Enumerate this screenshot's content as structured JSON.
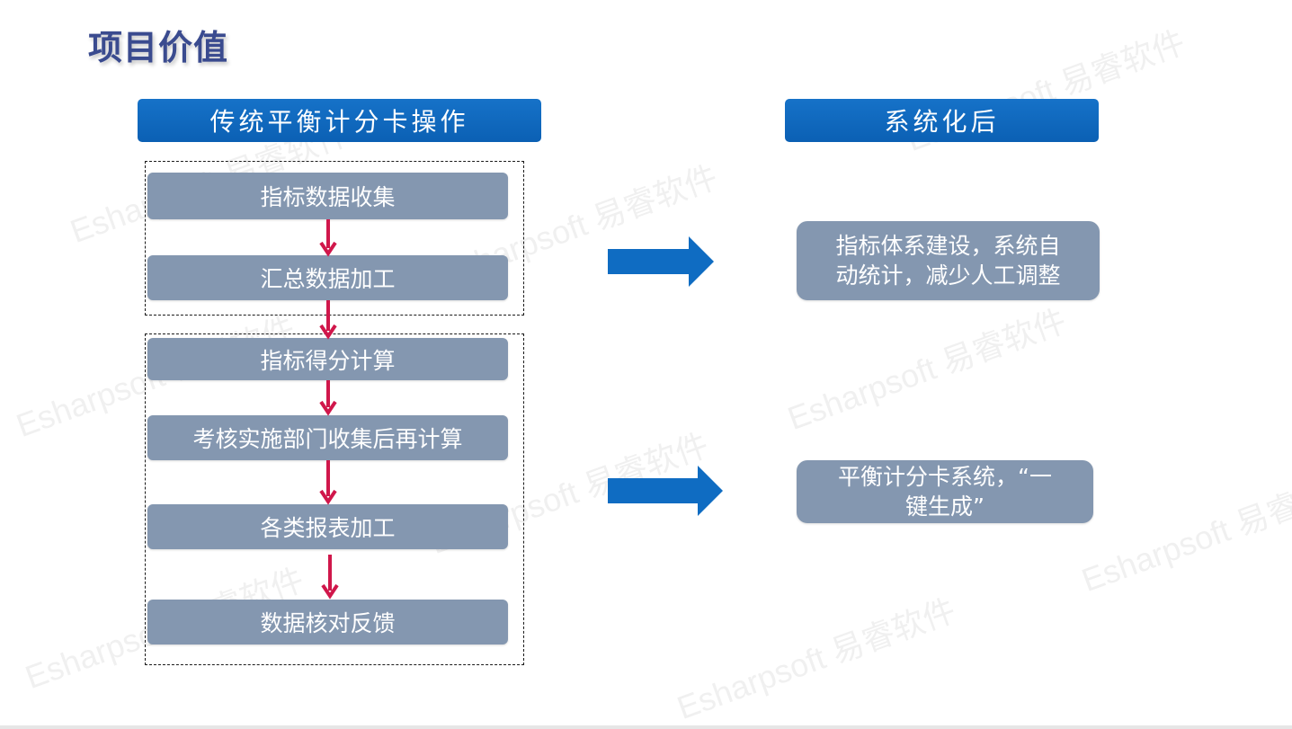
{
  "page": {
    "title": "项目价值"
  },
  "watermark": {
    "text": "Esharpsoft 易睿软件"
  },
  "left": {
    "header": "传统平衡计分卡操作",
    "steps": [
      "指标数据收集",
      "汇总数据加工",
      "指标得分计算",
      "考核实施部门收集后再计算",
      "各类报表加工",
      "数据核对反馈"
    ]
  },
  "right": {
    "header": "系统化后",
    "results": [
      {
        "line1": "指标体系建设，系统自",
        "line2": "动统计，减少人工调整"
      },
      {
        "line1": "平衡计分卡系统，“一",
        "line2": "键生成”"
      }
    ]
  },
  "colors": {
    "title": "#3a4b8f",
    "header_blue": "#0b60b4",
    "step_box": "#8497b0",
    "flow_arrow": "#d0174b",
    "big_arrow": "#0f6cc2"
  }
}
